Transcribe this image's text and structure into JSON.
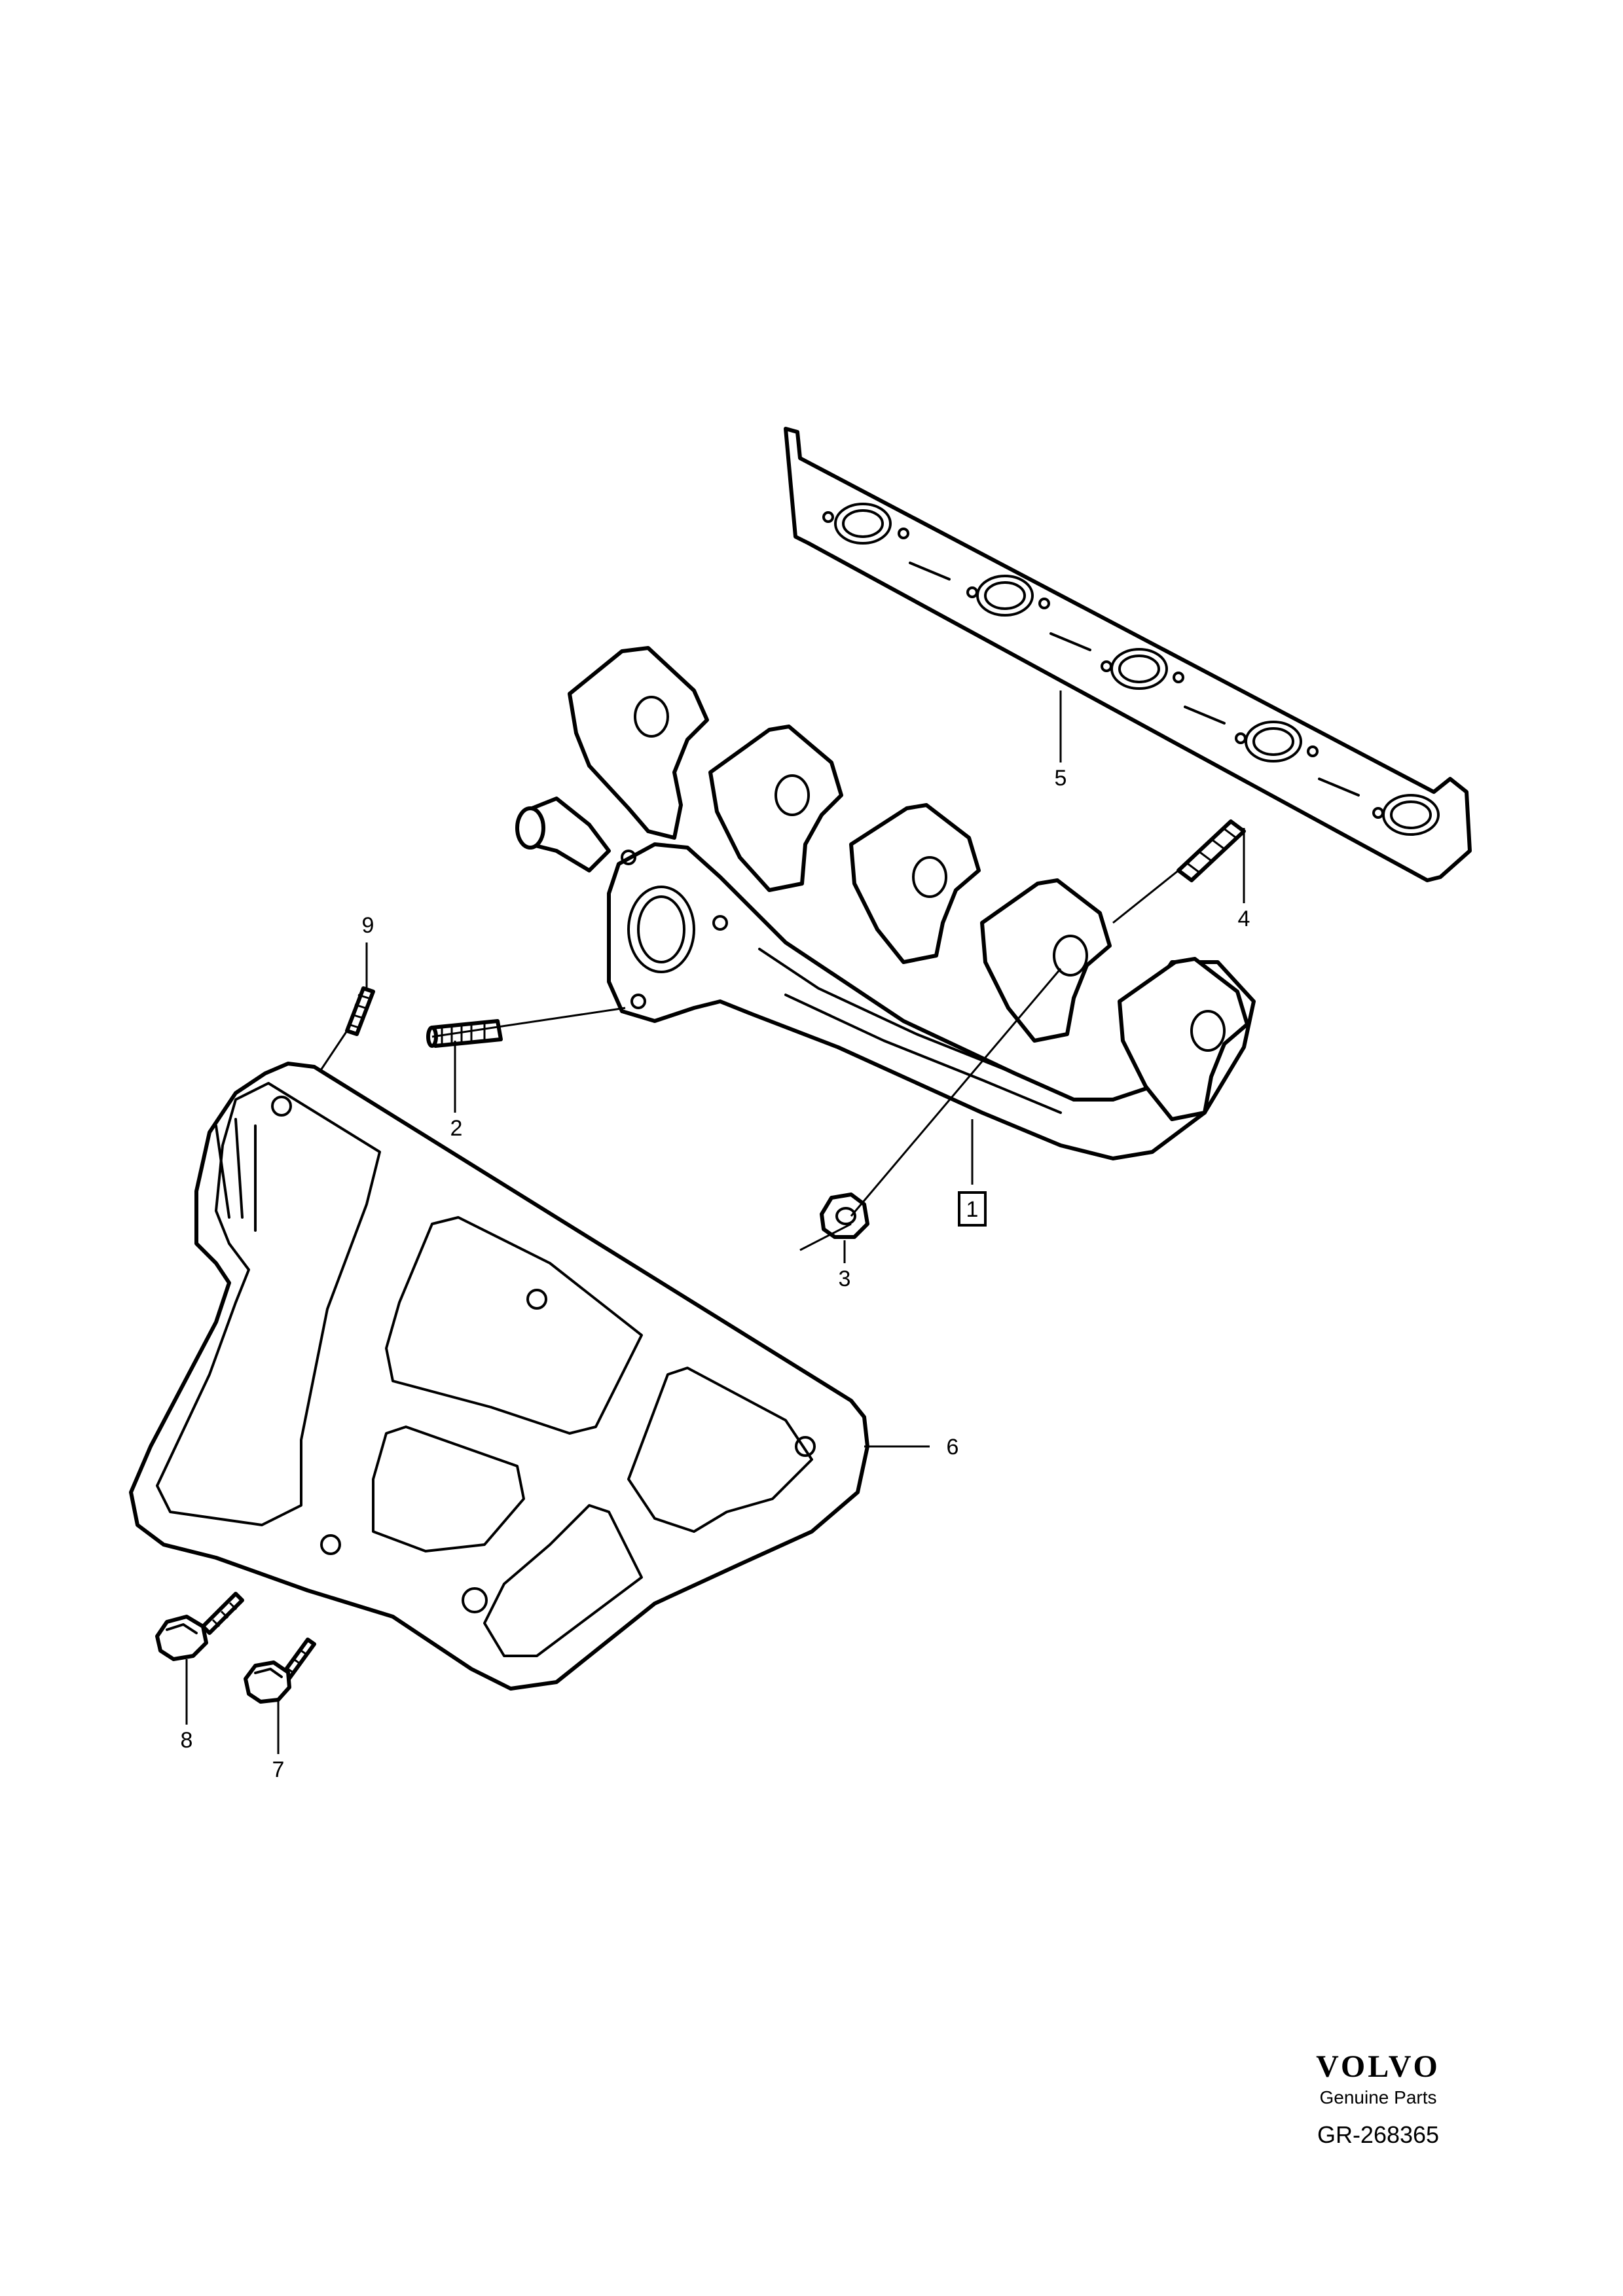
{
  "callouts": {
    "c1": "1",
    "c2": "2",
    "c3": "3",
    "c4": "4",
    "c5": "5",
    "c6": "6",
    "c7": "7",
    "c8": "8",
    "c9": "9"
  },
  "brand": {
    "logo": "VOLVO",
    "tagline": "Genuine Parts",
    "reference": "GR-268365"
  }
}
